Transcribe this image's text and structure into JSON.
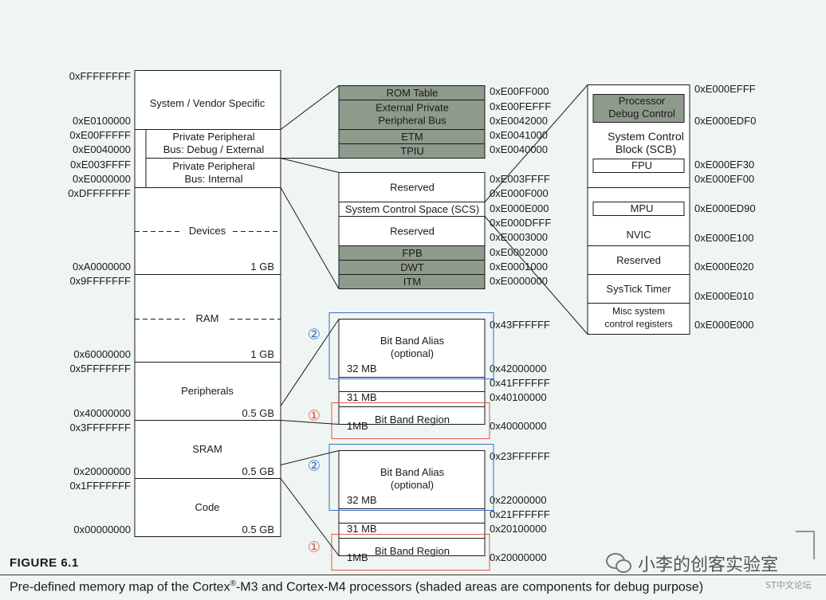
{
  "memory_map": {
    "regions": [
      {
        "label": "System / Vendor Specific",
        "size": ""
      },
      {
        "label": "Private Peripheral Bus: Debug / External",
        "size": ""
      },
      {
        "label": "Private Peripheral Bus: Internal",
        "size": ""
      },
      {
        "label": "Devices",
        "size": "1 GB"
      },
      {
        "label": "RAM",
        "size": "1 GB"
      },
      {
        "label": "Peripherals",
        "size": "0.5 GB"
      },
      {
        "label": "SRAM",
        "size": "0.5 GB"
      },
      {
        "label": "Code",
        "size": "0.5 GB"
      }
    ],
    "addresses": [
      "0xFFFFFFFF",
      "0xE0100000",
      "0xE00FFFFF",
      "0xE0040000",
      "0xE003FFFF",
      "0xE0000000",
      "0xDFFFFFFF",
      "0xA0000000",
      "0x9FFFFFFF",
      "0x60000000",
      "0x5FFFFFFF",
      "0x40000000",
      "0x3FFFFFFF",
      "0x20000000",
      "0x1FFFFFFF",
      "0x00000000"
    ]
  },
  "debug_external": {
    "blocks": [
      {
        "label": "ROM Table",
        "shaded": true
      },
      {
        "label": "External Private Peripheral Bus",
        "shaded": true
      },
      {
        "label": "ETM",
        "shaded": true
      },
      {
        "label": "TPIU",
        "shaded": true
      }
    ],
    "addresses": [
      "0xE00FF000",
      "0xE00FEFFF",
      "0xE0042000",
      "0xE0041000",
      "0xE0040000"
    ]
  },
  "ppb_internal": {
    "blocks": [
      {
        "label": "Reserved",
        "shaded": false
      },
      {
        "label": "System Control Space (SCS)",
        "shaded": false
      },
      {
        "label": "Reserved",
        "shaded": false
      },
      {
        "label": "FPB",
        "shaded": true
      },
      {
        "label": "DWT",
        "shaded": true
      },
      {
        "label": "ITM",
        "shaded": true
      }
    ],
    "addresses": [
      "0xE003FFFF",
      "0xE000F000",
      "0xE000E000",
      "0xE000DFFF",
      "0xE0003000",
      "0xE0002000",
      "0xE0001000",
      "0xE0000000"
    ]
  },
  "scs": {
    "blocks": [
      {
        "label": "Processor Debug Control",
        "shaded": true
      },
      {
        "label": "System Control Block (SCB)",
        "shaded": false
      },
      {
        "label": "FPU",
        "shaded": false
      },
      {
        "label": "MPU",
        "shaded": false
      },
      {
        "label": "NVIC",
        "shaded": false
      },
      {
        "label": "Reserved",
        "shaded": false
      },
      {
        "label": "SysTick Timer",
        "shaded": false
      },
      {
        "label": "Misc system control registers",
        "shaded": false
      }
    ],
    "addresses": [
      "0xE000EFFF",
      "0xE000EDF0",
      "0xE000EF30",
      "0xE000EF00",
      "0xE000ED90",
      "0xE000E100",
      "0xE000E020",
      "0xE000E010",
      "0xE000E000"
    ]
  },
  "bitband_peripheral": {
    "alias_label": "Bit Band Alias (optional)",
    "alias_size": "32 MB",
    "gap_size": "31 MB",
    "region_label": "Bit Band Region",
    "region_size": "1MB",
    "addresses": [
      "0x43FFFFFF",
      "0x42000000",
      "0x41FFFFFF",
      "0x40100000",
      "0x40000000"
    ]
  },
  "bitband_sram": {
    "alias_label": "Bit Band Alias (optional)",
    "alias_size": "32 MB",
    "gap_size": "31 MB",
    "region_label": "Bit Band Region",
    "region_size": "1MB",
    "addresses": [
      "0x23FFFFFF",
      "0x22000000",
      "0x21FFFFFF",
      "0x20100000",
      "0x20000000"
    ]
  },
  "markers": {
    "one": "①",
    "two": "②",
    "one_color": "#e05a4a",
    "two_color": "#3a6fc4"
  },
  "colors": {
    "shaded": "#8e9a8c",
    "plain": "#ffffff",
    "stroke": "#1a1a1a"
  },
  "figure": {
    "label": "FIGURE 6.1",
    "caption_pre": "Pre-defined memory map of the Cortex",
    "caption_sup": "®",
    "caption_post": "-M3 and Cortex-M4 processors (shaded areas are components for debug purpose)"
  },
  "watermark": {
    "text": "小李的创客实验室",
    "site": "ST中文论坛",
    "icon": "wechat-icon"
  }
}
